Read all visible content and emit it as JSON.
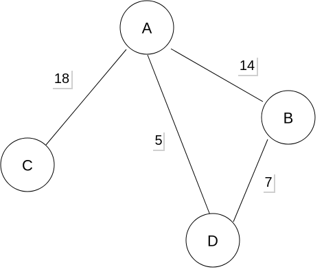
{
  "diagram": {
    "nodes": [
      {
        "id": "A",
        "label": "A"
      },
      {
        "id": "B",
        "label": "B"
      },
      {
        "id": "C",
        "label": "C"
      },
      {
        "id": "D",
        "label": "D"
      }
    ],
    "edges": [
      {
        "from": "A",
        "to": "C",
        "weight": "18"
      },
      {
        "from": "A",
        "to": "B",
        "weight": "14"
      },
      {
        "from": "A",
        "to": "D",
        "weight": "5"
      },
      {
        "from": "B",
        "to": "D",
        "weight": "7"
      }
    ]
  }
}
